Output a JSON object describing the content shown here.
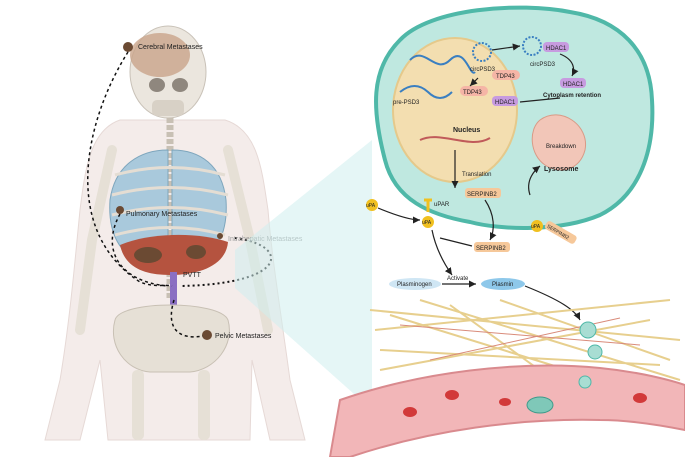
{
  "metastases": {
    "cerebral": "Cerebral Metastases",
    "pulmonary": "Pulmonary Metastases",
    "intrahepatic": "Intrahepatic Metastases",
    "pvtt": "PVTT",
    "pelvic": "Pelvic Metastases"
  },
  "cell": {
    "circ_top": "circPSD3",
    "circ_right": "circPSD3",
    "tdp43_top": "TDP43",
    "tdp43_mid": "TDP43",
    "pre_psd3": "pre-PSD3",
    "hdac1_top": "HDAC1",
    "hdac1_right": "HDAC1",
    "hdac1_mid": "HDAC1",
    "cytoplasm_retention": "Cytoplasm retention",
    "nucleus": "Nucleus",
    "translation": "Translation",
    "serpinb2": "SERPINB2",
    "breakdown": "Breakdown",
    "lysosome": "Lysosome",
    "upar": "uPAR"
  },
  "pathway": {
    "upa_free": "uPA",
    "upa_bound": "uPA",
    "upa_lysosome": "uPA",
    "serpinb2_complex": "SERPINB2",
    "serpinb2_receptor": "SERPINB2",
    "plasminogen": "Plasminogen",
    "activate": "Activate",
    "plasmin": "Plasmin"
  },
  "colors": {
    "cell_membrane": "#4fb8a8",
    "cytoplasm": "#bfe8e0",
    "nucleus": "#f3deb0",
    "hdac1": "#c79be0",
    "tdp43": "#f5b5a6",
    "serpinb2": "#f6c89a",
    "upa": "#f0c020",
    "plasmin": "#8ec8ea",
    "vessel": "#f2b6b8"
  }
}
